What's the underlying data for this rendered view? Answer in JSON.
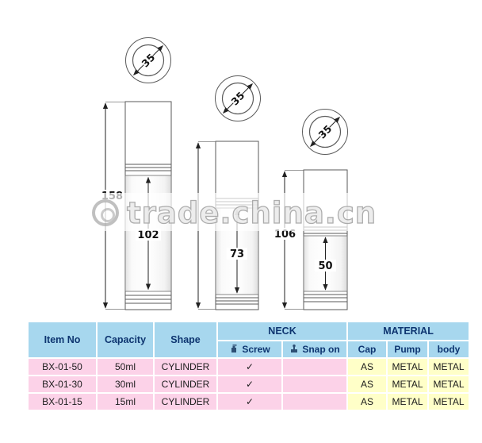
{
  "watermark": {
    "text": "trade.china.cn"
  },
  "drawing": {
    "circles": [
      {
        "diameter": "35"
      },
      {
        "diameter": "35"
      },
      {
        "diameter": "35"
      }
    ],
    "bottles": [
      {
        "total_height": "158",
        "body_height": "102"
      },
      {
        "total_height": "",
        "body_height": "73"
      },
      {
        "total_height": "106",
        "body_height": "50"
      }
    ]
  },
  "table": {
    "headers": {
      "item_no": "Item No",
      "capacity": "Capacity",
      "shape": "Shape",
      "neck": "NECK",
      "material": "MATERIAL",
      "screw": "Screw",
      "snap_on": "Snap on",
      "cap": "Cap",
      "pump": "Pump",
      "body": "body"
    },
    "icons": {
      "screw": "pump-bottle-icon",
      "snap_on": "snap-clip-icon"
    },
    "rows": [
      {
        "item_no": "BX-01-50",
        "capacity": "50ml",
        "shape": "CYLINDER",
        "screw": "✓",
        "snap_on": "",
        "cap": "AS",
        "pump": "METAL",
        "body": "METAL"
      },
      {
        "item_no": "BX-01-30",
        "capacity": "30ml",
        "shape": "CYLINDER",
        "screw": "✓",
        "snap_on": "",
        "cap": "AS",
        "pump": "METAL",
        "body": "METAL"
      },
      {
        "item_no": "BX-01-15",
        "capacity": "15ml",
        "shape": "CYLINDER",
        "screw": "✓",
        "snap_on": "",
        "cap": "AS",
        "pump": "METAL",
        "body": "METAL"
      }
    ],
    "colors": {
      "header_blue": "#a7d7ee",
      "row_pink": "#fcd2e8",
      "cell_yellow": "#ffffc8",
      "header_text": "#0e3570"
    }
  }
}
